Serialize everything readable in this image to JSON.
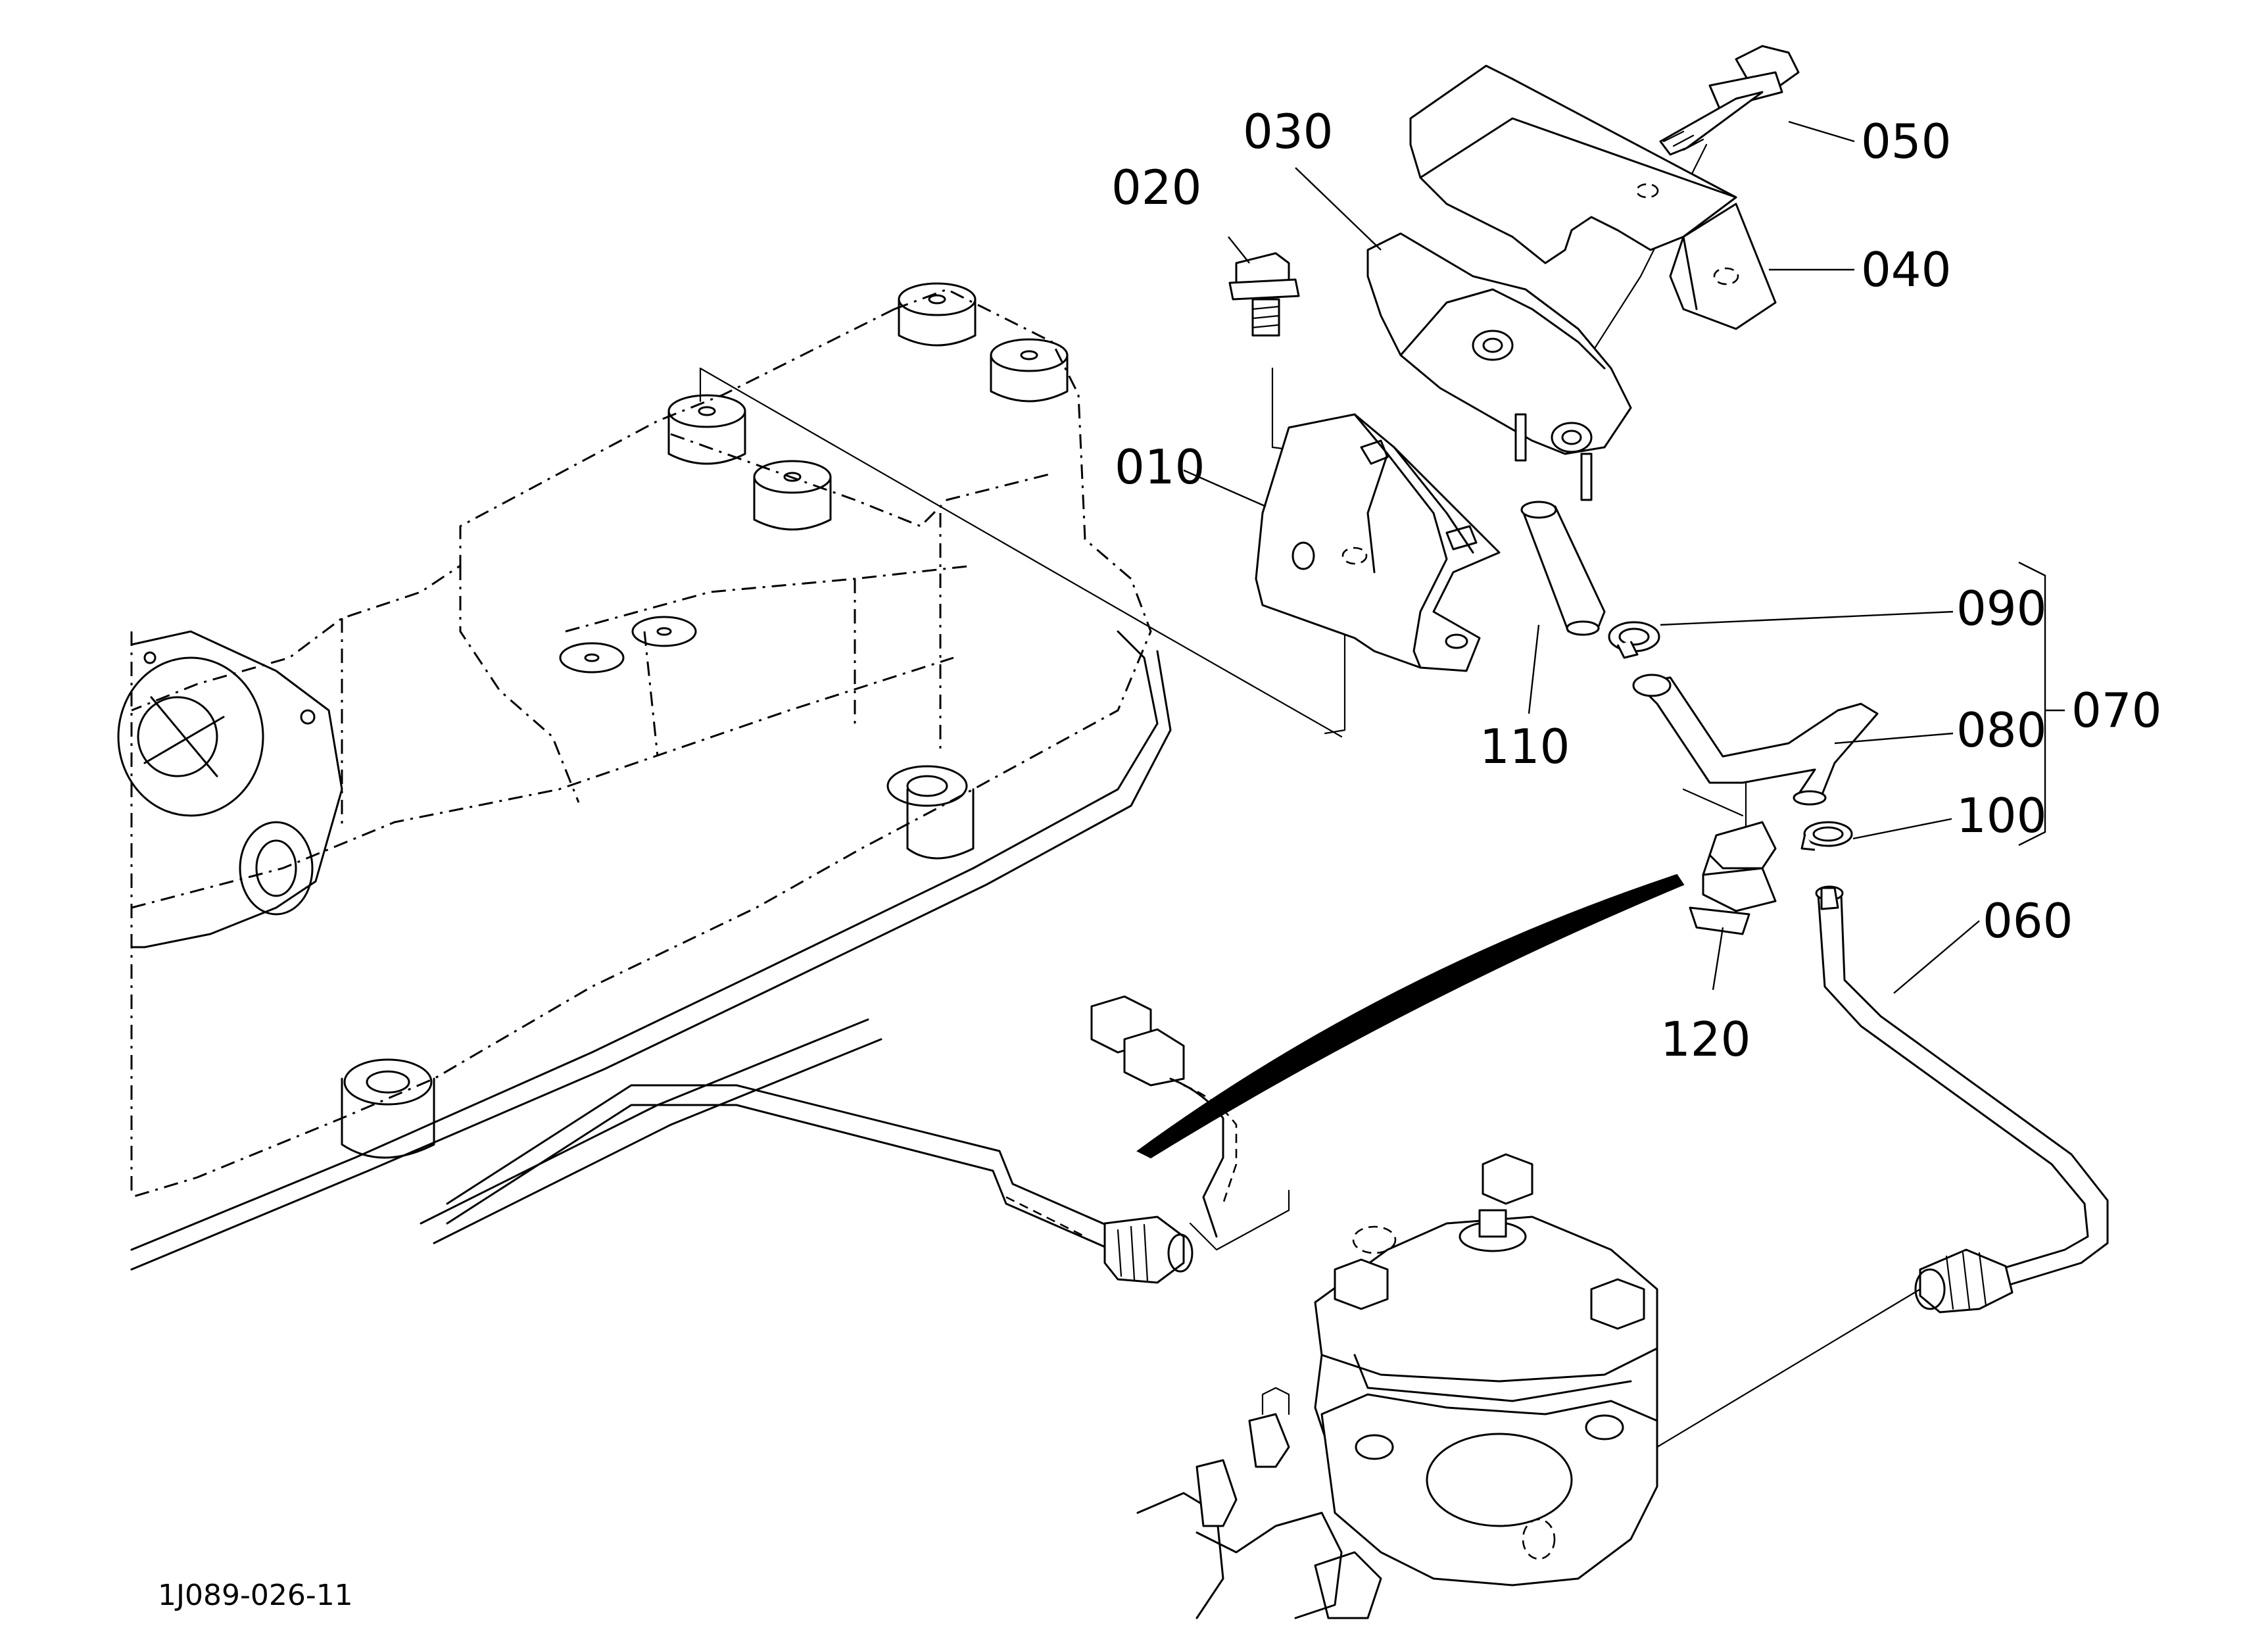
{
  "callouts": {
    "c010": "010",
    "c020": "020",
    "c030": "030",
    "c040": "040",
    "c050": "050",
    "c060": "060",
    "c070": "070",
    "c080": "080",
    "c090": "090",
    "c100": "100",
    "c110": "110",
    "c120": "120"
  },
  "drawing_code": "1J089-026-11"
}
